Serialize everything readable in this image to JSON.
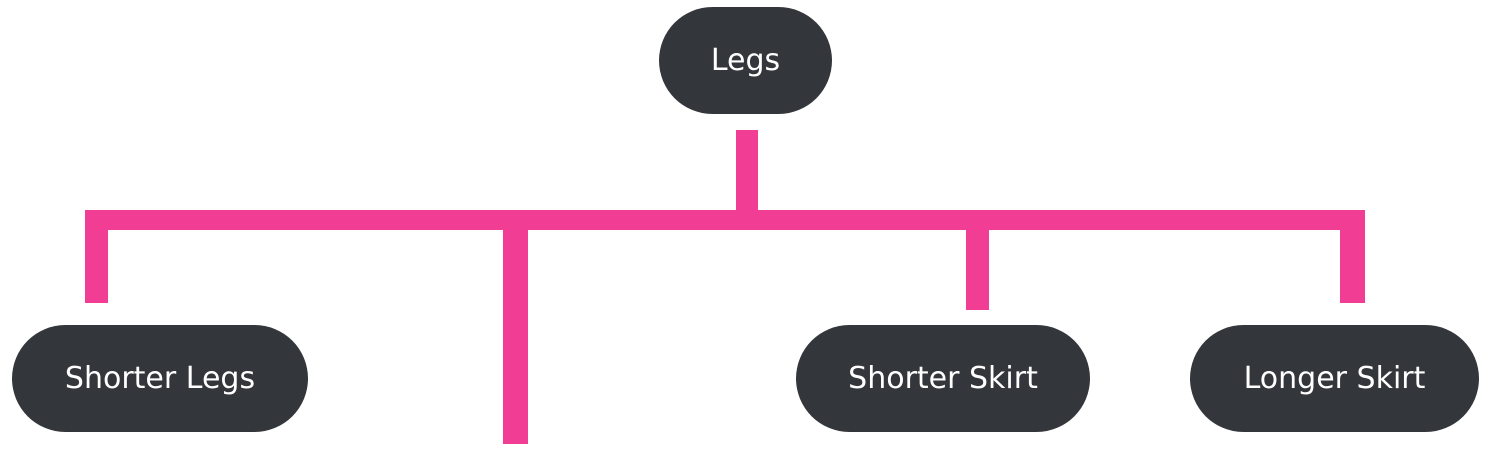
{
  "colors": {
    "node_fill": "#33363b",
    "node_text": "#ffffff",
    "connector": "#f23d95",
    "background": "#ffffff"
  },
  "tree": {
    "root": {
      "label": "Legs"
    },
    "children": [
      {
        "label": "Shorter Legs"
      },
      {
        "label": ""
      },
      {
        "label": "Shorter Skirt"
      },
      {
        "label": "Longer Skirt"
      }
    ]
  }
}
